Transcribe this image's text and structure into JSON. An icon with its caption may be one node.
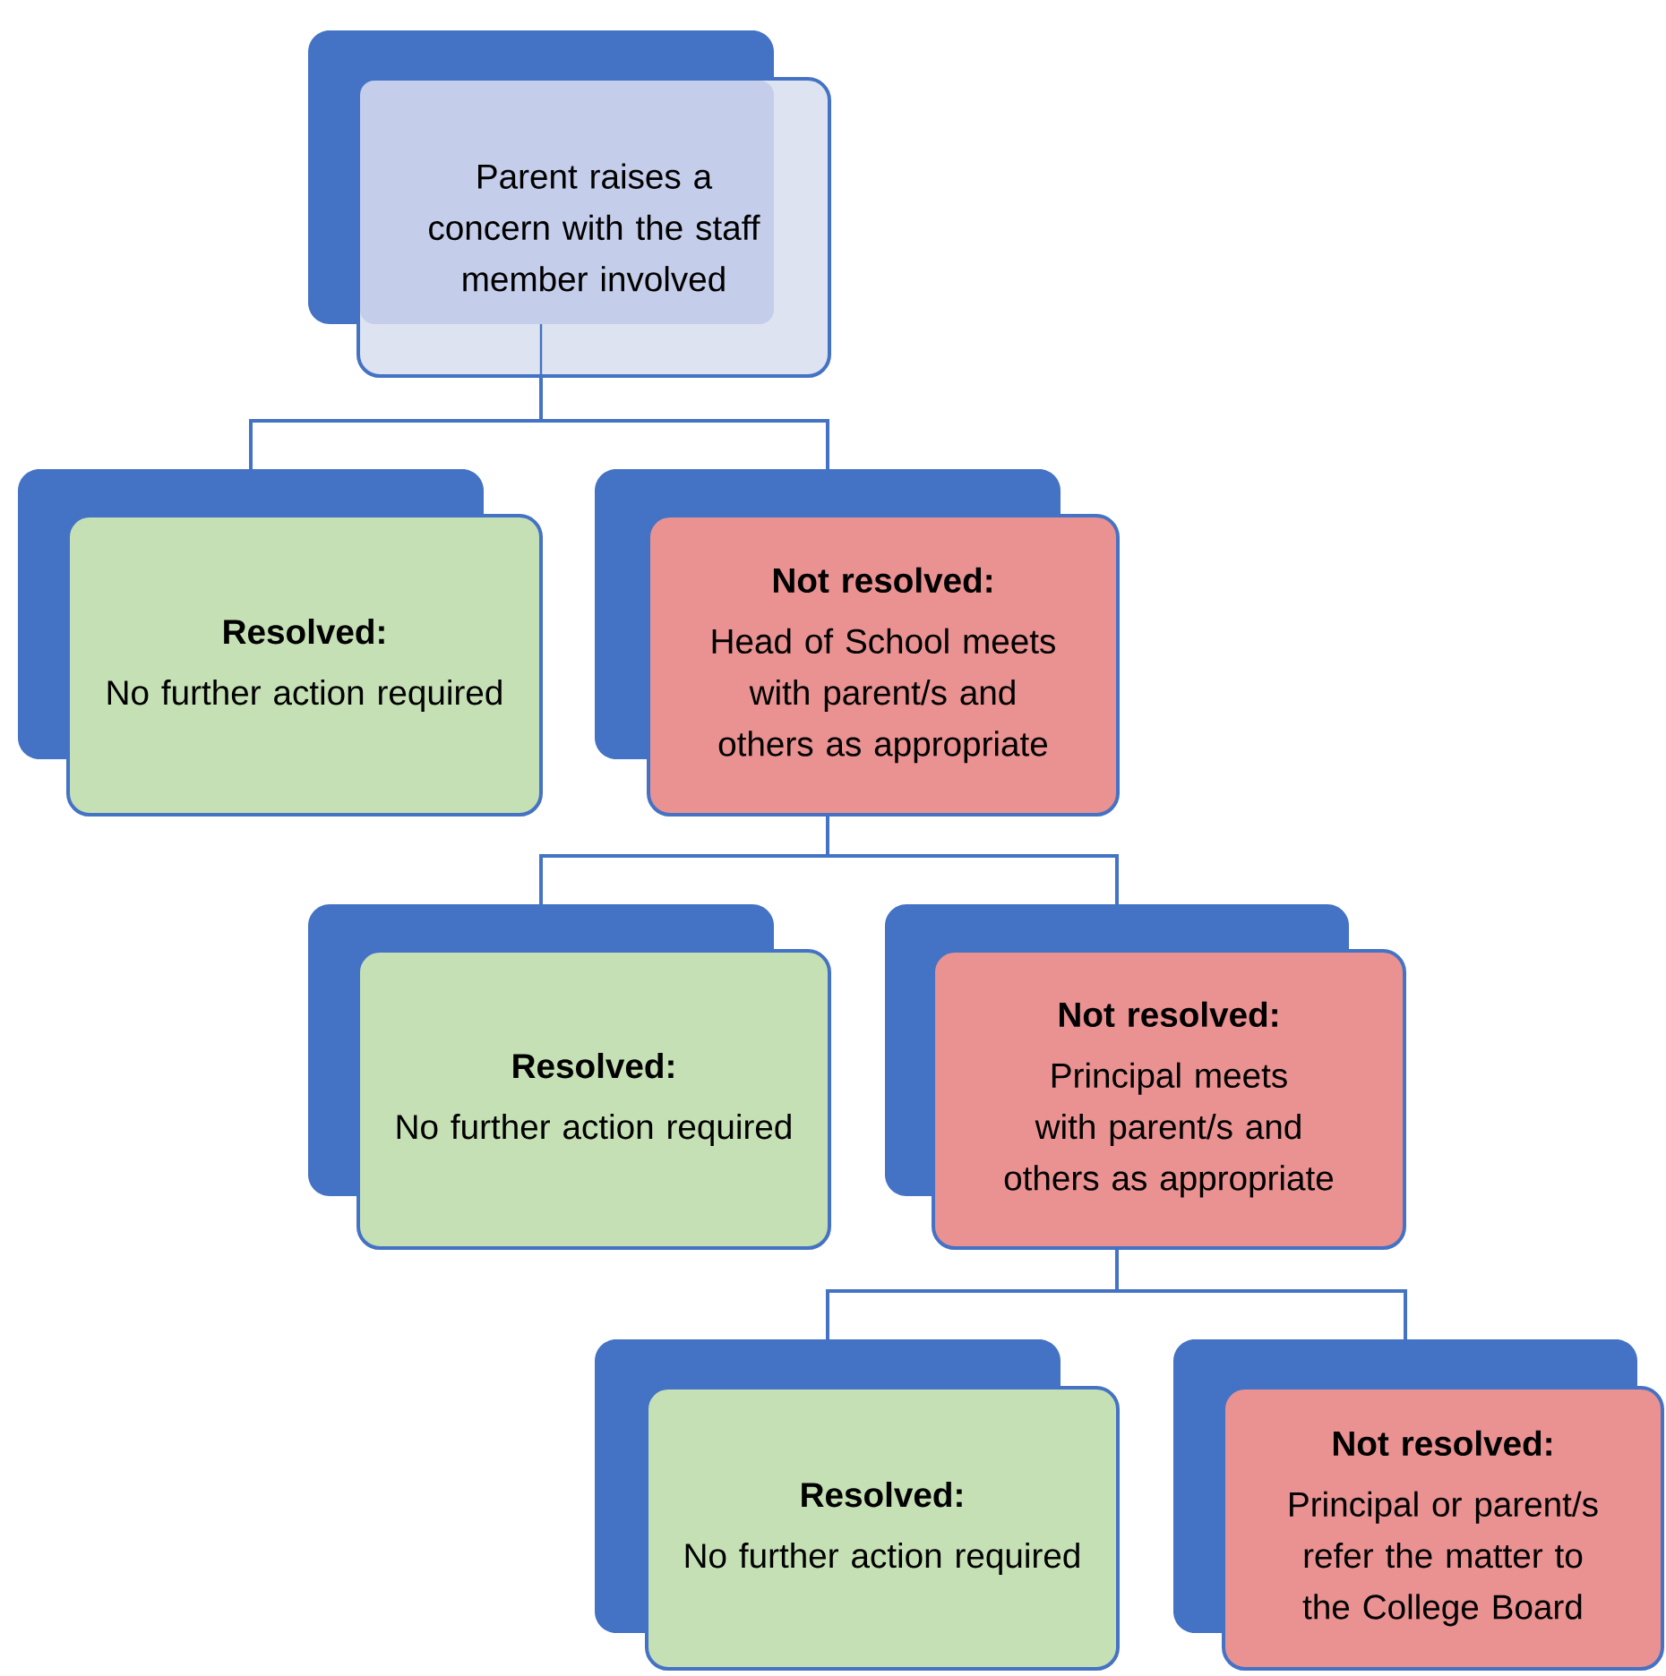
{
  "diagram": {
    "nodes": [
      {
        "text": [
          "Parent raises a concern with the staff member involved"
        ]
      },
      {
        "text": [
          "Resolved:",
          "No further action required"
        ]
      },
      {
        "text": [
          "Not resolved:",
          "Head of School meets with parent/s and others as appropriate"
        ]
      },
      {
        "text": [
          "Resolved:",
          "No further action required"
        ]
      },
      {
        "text": [
          "Not resolved:",
          "Principal meets with parent/s and others as appropriate"
        ]
      },
      {
        "text": [
          "Resolved:",
          "No further action required"
        ]
      },
      {
        "text": [
          "Not resolved:",
          "Principal or parent/s refer the matter to the College Board"
        ]
      }
    ],
    "edges": [
      {
        "from": 0,
        "to": 1,
        "arrow": "none"
      },
      {
        "from": 0,
        "to": 2,
        "arrow": "none"
      },
      {
        "from": 2,
        "to": 3,
        "arrow": "none"
      },
      {
        "from": 2,
        "to": 4,
        "arrow": "none"
      },
      {
        "from": 4,
        "to": 5,
        "arrow": "none"
      },
      {
        "from": 4,
        "to": 6,
        "arrow": "none"
      }
    ]
  }
}
